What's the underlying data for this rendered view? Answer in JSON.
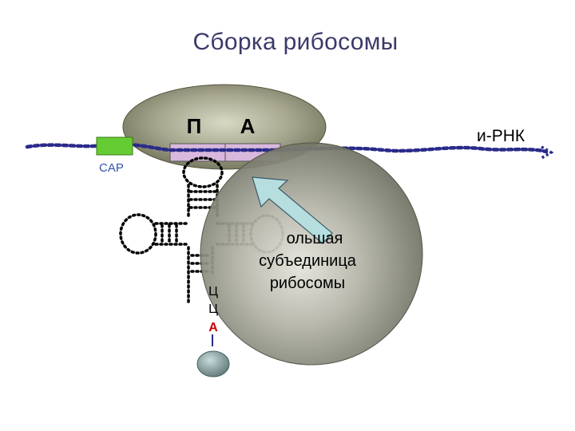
{
  "title": "Сборка рибосомы",
  "labels": {
    "site_p": "П",
    "site_a": "А",
    "mrna": "и-РНК",
    "cap": "CAP",
    "large_subunit_line1": "ольшая",
    "large_subunit_line2": "субъединица",
    "large_subunit_line3": "рибосомы",
    "anticodon_tail_c1": "Ц",
    "anticodon_tail_c2": "Ц",
    "anticodon_tail_a": "А"
  },
  "colors": {
    "title": "#3a3a6a",
    "mrna_dots": "#2a2a8a",
    "cap_fill": "#66cc33",
    "cap_text": "#3355aa",
    "codon_fill": "#d8b8dc",
    "codon_dots": "#7a3a9a",
    "small_subunit": "#8a8c70",
    "large_subunit": "#8e8f80",
    "arrow_fill": "#b7dede",
    "trna_dots": "#000000",
    "tail_a": "#cc0000",
    "amino_acid": "#6f8888"
  }
}
